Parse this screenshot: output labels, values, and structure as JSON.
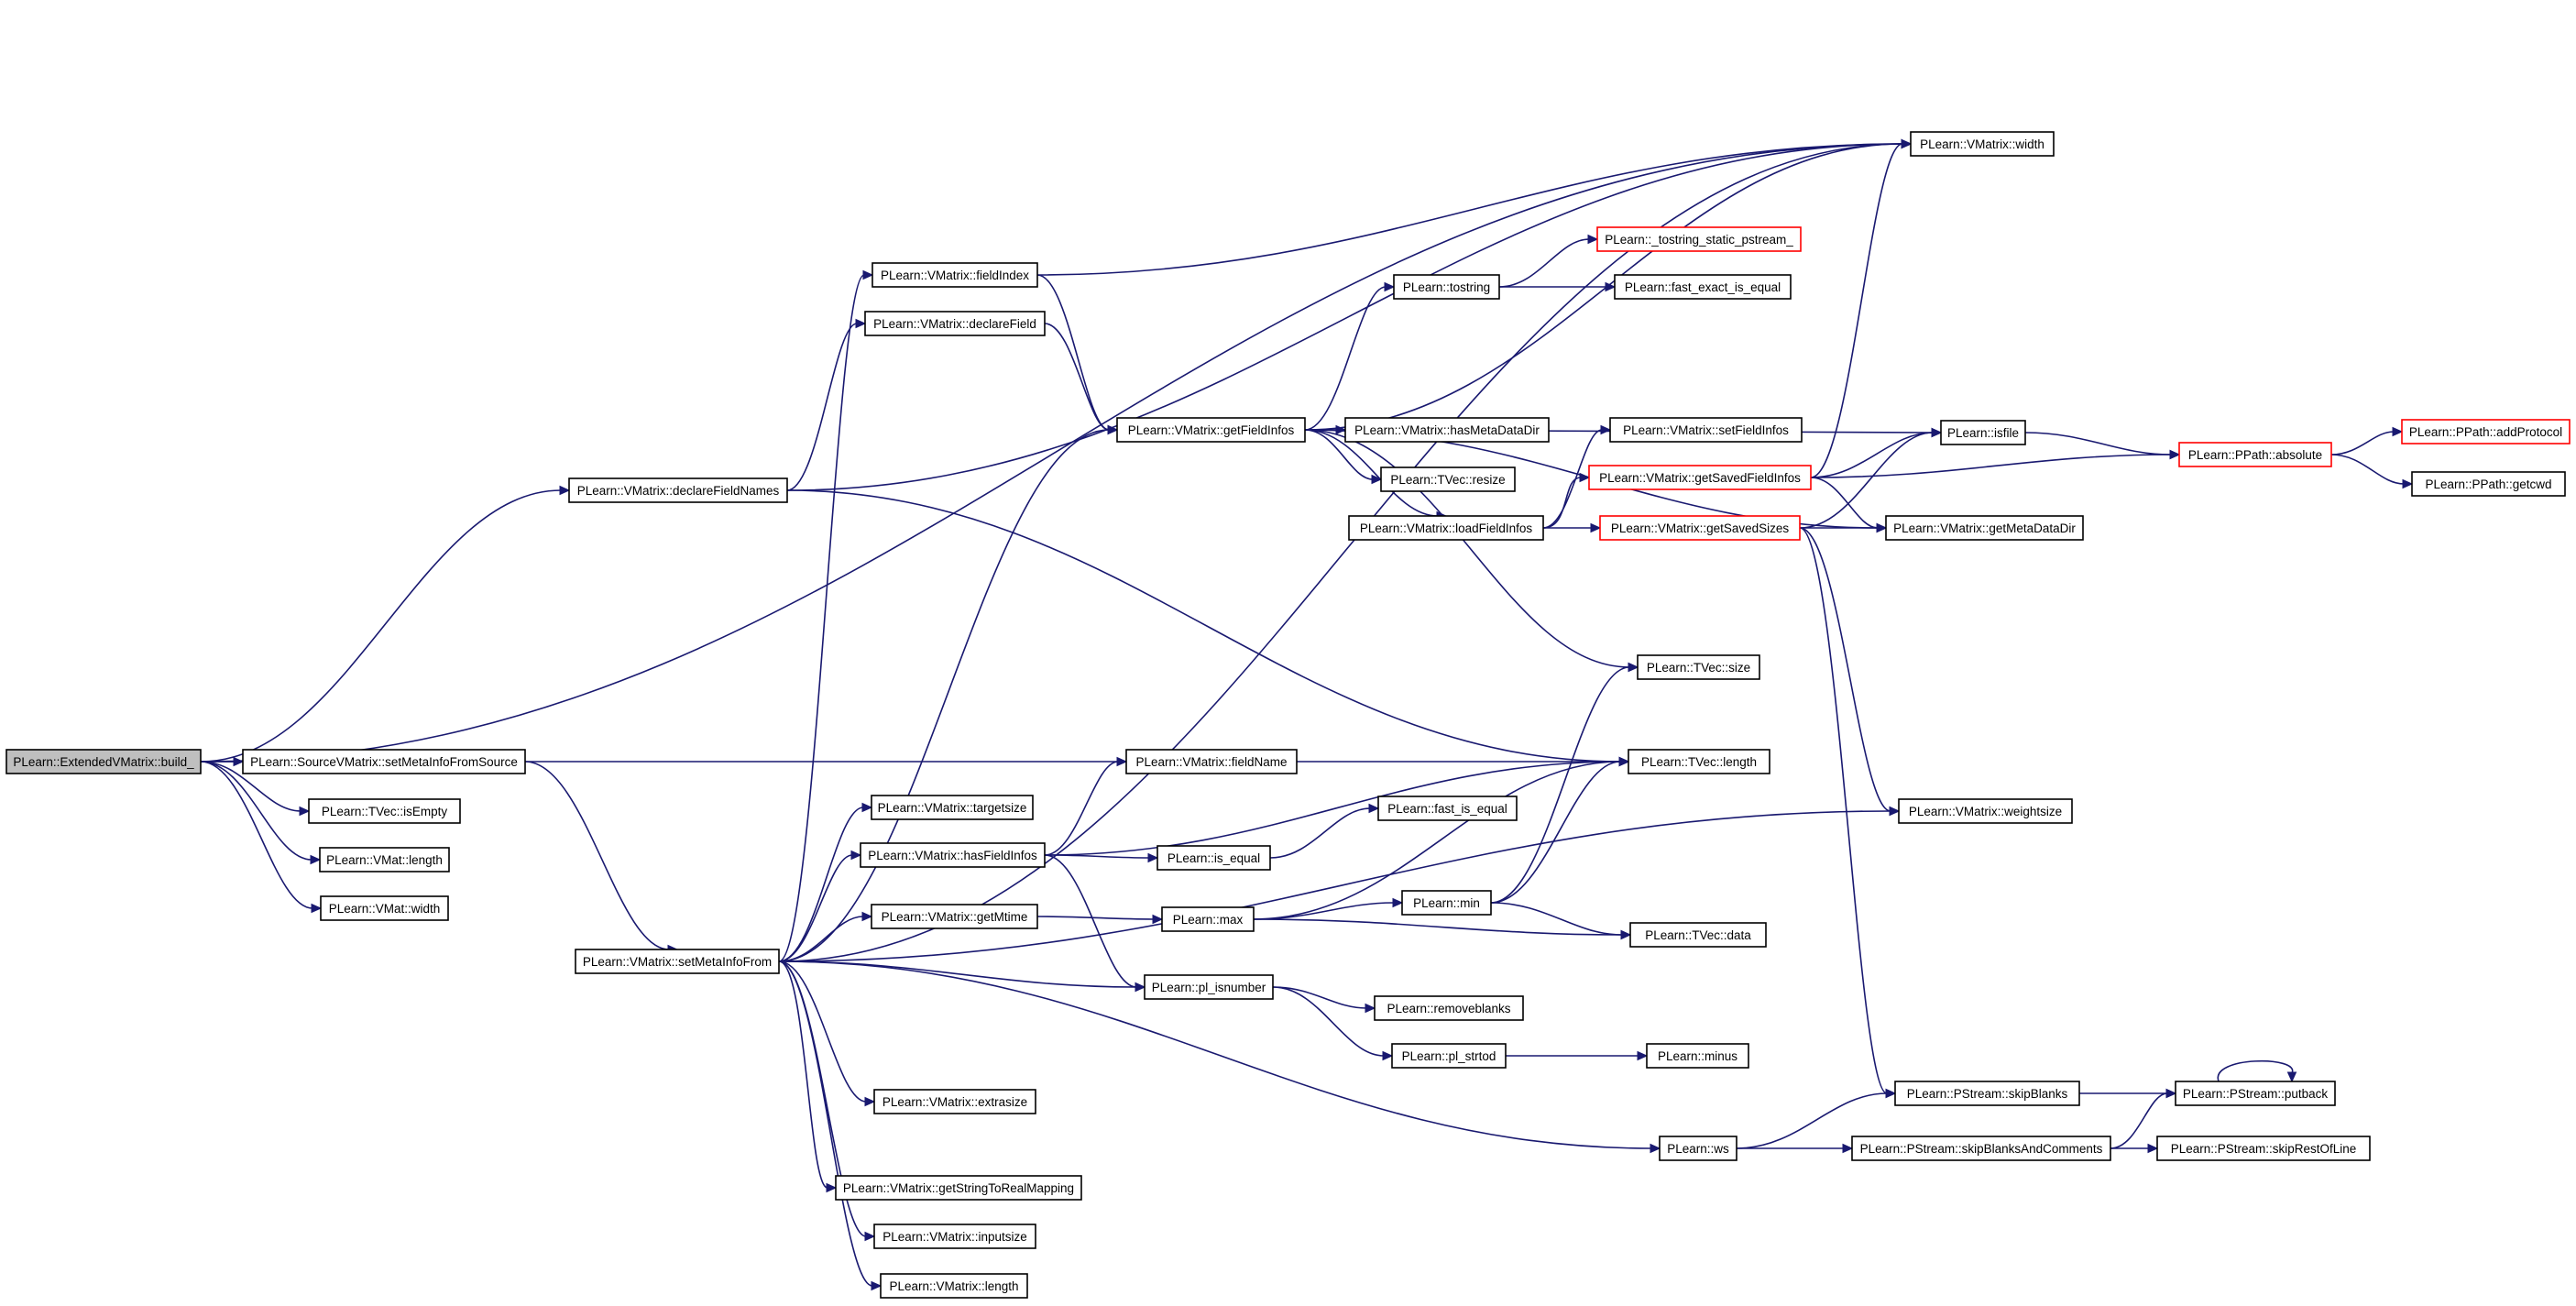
{
  "graph": {
    "colors": {
      "edge": "#191970",
      "root_fill": "#bfbfbf",
      "truncated_border": "#ff0000",
      "node_border": "#000000"
    },
    "nodes": [
      {
        "id": "n_root",
        "label": "PLearn::ExtendedVMatrix::build_",
        "kind": "root"
      },
      {
        "id": "n_width",
        "label": "PLearn::VMatrix::width"
      },
      {
        "id": "n_tostring_static",
        "label": "PLearn::_tostring_static_pstream_",
        "kind": "truncated"
      },
      {
        "id": "n_tostring",
        "label": "PLearn::tostring"
      },
      {
        "id": "n_fast_exact",
        "label": "PLearn::fast_exact_is_equal"
      },
      {
        "id": "n_fieldIndex",
        "label": "PLearn::VMatrix::fieldIndex"
      },
      {
        "id": "n_declareField",
        "label": "PLearn::VMatrix::declareField"
      },
      {
        "id": "n_getFieldInfos",
        "label": "PLearn::VMatrix::getFieldInfos"
      },
      {
        "id": "n_hasMetaDataDir",
        "label": "PLearn::VMatrix::hasMetaDataDir"
      },
      {
        "id": "n_setFieldInfos",
        "label": "PLearn::VMatrix::setFieldInfos"
      },
      {
        "id": "n_isfile",
        "label": "PLearn::isfile"
      },
      {
        "id": "n_absolute",
        "label": "PLearn::PPath::absolute",
        "kind": "truncated"
      },
      {
        "id": "n_addProtocol",
        "label": "PLearn::PPath::addProtocol",
        "kind": "truncated"
      },
      {
        "id": "n_getcwd",
        "label": "PLearn::PPath::getcwd"
      },
      {
        "id": "n_declareFieldNames",
        "label": "PLearn::VMatrix::declareFieldNames"
      },
      {
        "id": "n_resize",
        "label": "PLearn::TVec::resize"
      },
      {
        "id": "n_getSavedFieldInfos",
        "label": "PLearn::VMatrix::getSavedFieldInfos",
        "kind": "truncated"
      },
      {
        "id": "n_loadFieldInfos",
        "label": "PLearn::VMatrix::loadFieldInfos"
      },
      {
        "id": "n_getSavedSizes",
        "label": "PLearn::VMatrix::getSavedSizes",
        "kind": "truncated"
      },
      {
        "id": "n_getMetaDataDir",
        "label": "PLearn::VMatrix::getMetaDataDir"
      },
      {
        "id": "n_tvec_size",
        "label": "PLearn::TVec::size"
      },
      {
        "id": "n_setMetaInfoFromSource",
        "label": "PLearn::SourceVMatrix::setMetaInfoFromSource"
      },
      {
        "id": "n_fieldName",
        "label": "PLearn::VMatrix::fieldName"
      },
      {
        "id": "n_tvec_length",
        "label": "PLearn::TVec::length"
      },
      {
        "id": "n_isEmpty",
        "label": "PLearn::TVec::isEmpty"
      },
      {
        "id": "n_targetsize",
        "label": "PLearn::VMatrix::targetsize"
      },
      {
        "id": "n_fast_is_equal",
        "label": "PLearn::fast_is_equal"
      },
      {
        "id": "n_weightsize",
        "label": "PLearn::VMatrix::weightsize"
      },
      {
        "id": "n_hasFieldInfos",
        "label": "PLearn::VMatrix::hasFieldInfos"
      },
      {
        "id": "n_is_equal",
        "label": "PLearn::is_equal"
      },
      {
        "id": "n_vmat_length",
        "label": "PLearn::VMat::length"
      },
      {
        "id": "n_min",
        "label": "PLearn::min"
      },
      {
        "id": "n_vmat_width",
        "label": "PLearn::VMat::width"
      },
      {
        "id": "n_getMtime",
        "label": "PLearn::VMatrix::getMtime"
      },
      {
        "id": "n_max",
        "label": "PLearn::max"
      },
      {
        "id": "n_tvec_data",
        "label": "PLearn::TVec::data"
      },
      {
        "id": "n_setMetaInfoFrom",
        "label": "PLearn::VMatrix::setMetaInfoFrom"
      },
      {
        "id": "n_pl_isnumber",
        "label": "PLearn::pl_isnumber"
      },
      {
        "id": "n_removeblanks",
        "label": "PLearn::removeblanks"
      },
      {
        "id": "n_pl_strtod",
        "label": "PLearn::pl_strtod"
      },
      {
        "id": "n_minus",
        "label": "PLearn::minus"
      },
      {
        "id": "n_extrasize",
        "label": "PLearn::VMatrix::extrasize"
      },
      {
        "id": "n_skipBlanks",
        "label": "PLearn::PStream::skipBlanks"
      },
      {
        "id": "n_putback",
        "label": "PLearn::PStream::putback"
      },
      {
        "id": "n_ws",
        "label": "PLearn::ws"
      },
      {
        "id": "n_skipBlanksAndComments",
        "label": "PLearn::PStream::skipBlanksAndComments"
      },
      {
        "id": "n_skipRestOfLine",
        "label": "PLearn::PStream::skipRestOfLine"
      },
      {
        "id": "n_getStringToRealMapping",
        "label": "PLearn::VMatrix::getStringToRealMapping"
      },
      {
        "id": "n_inputsize",
        "label": "PLearn::VMatrix::inputsize"
      },
      {
        "id": "n_vmatrix_length",
        "label": "PLearn::VMatrix::length"
      }
    ],
    "edges": [
      [
        "n_root",
        "n_width"
      ],
      [
        "n_root",
        "n_declareFieldNames"
      ],
      [
        "n_root",
        "n_tvec_length"
      ],
      [
        "n_root",
        "n_setMetaInfoFromSource"
      ],
      [
        "n_root",
        "n_isEmpty"
      ],
      [
        "n_root",
        "n_vmat_length"
      ],
      [
        "n_root",
        "n_vmat_width"
      ],
      [
        "n_declareFieldNames",
        "n_width"
      ],
      [
        "n_declareFieldNames",
        "n_declareField"
      ],
      [
        "n_declareFieldNames",
        "n_tvec_length"
      ],
      [
        "n_setMetaInfoFromSource",
        "n_setMetaInfoFrom"
      ],
      [
        "n_fieldIndex",
        "n_width"
      ],
      [
        "n_fieldIndex",
        "n_getFieldInfos"
      ],
      [
        "n_declareField",
        "n_getFieldInfos"
      ],
      [
        "n_getFieldInfos",
        "n_width"
      ],
      [
        "n_getFieldInfos",
        "n_tostring"
      ],
      [
        "n_getFieldInfos",
        "n_isfile"
      ],
      [
        "n_getFieldInfos",
        "n_hasMetaDataDir"
      ],
      [
        "n_getFieldInfos",
        "n_resize"
      ],
      [
        "n_getFieldInfos",
        "n_loadFieldInfos"
      ],
      [
        "n_getFieldInfos",
        "n_getMetaDataDir"
      ],
      [
        "n_getFieldInfos",
        "n_tvec_size"
      ],
      [
        "n_tostring",
        "n_tostring_static"
      ],
      [
        "n_tostring",
        "n_fast_exact"
      ],
      [
        "n_loadFieldInfos",
        "n_setFieldInfos"
      ],
      [
        "n_loadFieldInfos",
        "n_getSavedFieldInfos"
      ],
      [
        "n_loadFieldInfos",
        "n_getSavedSizes"
      ],
      [
        "n_getSavedFieldInfos",
        "n_width"
      ],
      [
        "n_getSavedFieldInfos",
        "n_isfile"
      ],
      [
        "n_getSavedFieldInfos",
        "n_absolute"
      ],
      [
        "n_getSavedFieldInfos",
        "n_getMetaDataDir"
      ],
      [
        "n_getSavedSizes",
        "n_isfile"
      ],
      [
        "n_getSavedSizes",
        "n_getMetaDataDir"
      ],
      [
        "n_getSavedSizes",
        "n_weightsize"
      ],
      [
        "n_getSavedSizes",
        "n_skipBlanks"
      ],
      [
        "n_isfile",
        "n_absolute"
      ],
      [
        "n_absolute",
        "n_addProtocol"
      ],
      [
        "n_absolute",
        "n_getcwd"
      ],
      [
        "n_setMetaInfoFrom",
        "n_width"
      ],
      [
        "n_setMetaInfoFrom",
        "n_fieldIndex"
      ],
      [
        "n_setMetaInfoFrom",
        "n_getFieldInfos"
      ],
      [
        "n_setMetaInfoFrom",
        "n_targetsize"
      ],
      [
        "n_setMetaInfoFrom",
        "n_hasFieldInfos"
      ],
      [
        "n_setMetaInfoFrom",
        "n_getMtime"
      ],
      [
        "n_setMetaInfoFrom",
        "n_pl_isnumber"
      ],
      [
        "n_setMetaInfoFrom",
        "n_weightsize"
      ],
      [
        "n_setMetaInfoFrom",
        "n_extrasize"
      ],
      [
        "n_setMetaInfoFrom",
        "n_ws"
      ],
      [
        "n_setMetaInfoFrom",
        "n_getStringToRealMapping"
      ],
      [
        "n_setMetaInfoFrom",
        "n_inputsize"
      ],
      [
        "n_setMetaInfoFrom",
        "n_vmatrix_length"
      ],
      [
        "n_hasFieldInfos",
        "n_fieldName"
      ],
      [
        "n_hasFieldInfos",
        "n_tvec_length"
      ],
      [
        "n_hasFieldInfos",
        "n_is_equal"
      ],
      [
        "n_hasFieldInfos",
        "n_pl_isnumber"
      ],
      [
        "n_is_equal",
        "n_fast_is_equal"
      ],
      [
        "n_getMtime",
        "n_max"
      ],
      [
        "n_max",
        "n_min"
      ],
      [
        "n_max",
        "n_tvec_length"
      ],
      [
        "n_max",
        "n_tvec_data"
      ],
      [
        "n_min",
        "n_tvec_size"
      ],
      [
        "n_min",
        "n_tvec_length"
      ],
      [
        "n_min",
        "n_tvec_data"
      ],
      [
        "n_pl_isnumber",
        "n_removeblanks"
      ],
      [
        "n_pl_isnumber",
        "n_pl_strtod"
      ],
      [
        "n_pl_strtod",
        "n_minus"
      ],
      [
        "n_ws",
        "n_skipBlanks"
      ],
      [
        "n_ws",
        "n_skipBlanksAndComments"
      ],
      [
        "n_skipBlanks",
        "n_putback"
      ],
      [
        "n_skipBlanksAndComments",
        "n_putback"
      ],
      [
        "n_skipBlanksAndComments",
        "n_skipRestOfLine"
      ],
      [
        "n_putback",
        "n_putback"
      ]
    ]
  }
}
